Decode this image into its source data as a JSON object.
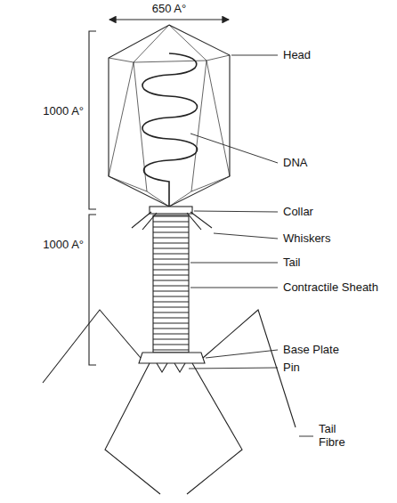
{
  "diagram": {
    "labels": [
      "650 A°",
      "1000 A°",
      "Head",
      "DNA",
      "Collar",
      "Whiskers",
      "Tail",
      "Contractile Sheath",
      "1000 A°",
      "Base Plate",
      "Pin",
      "Tail Fibre"
    ]
  }
}
